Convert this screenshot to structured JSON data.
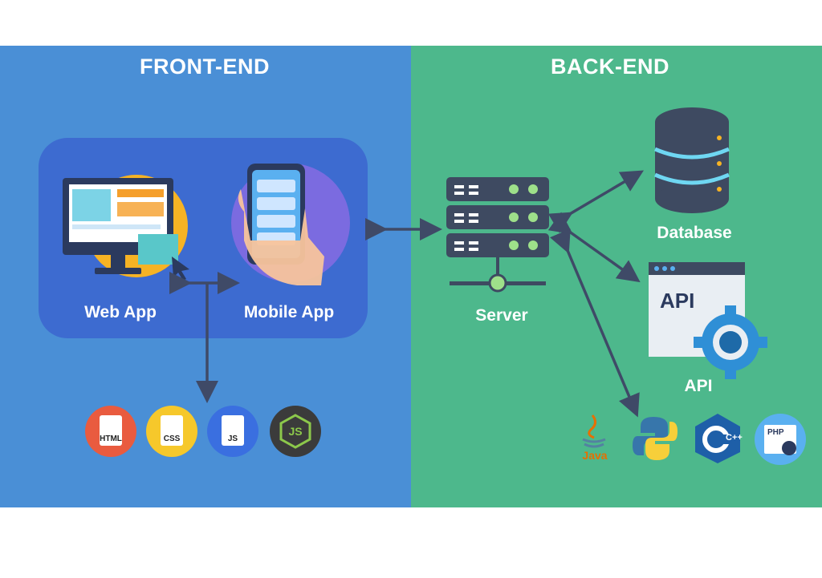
{
  "front_end": {
    "title": "FRONT-END",
    "web_app_label": "Web App",
    "mobile_app_label": "Mobile App",
    "technologies": [
      {
        "name": "HTML",
        "color": "#e95b3f"
      },
      {
        "name": "CSS",
        "color": "#f6c82b"
      },
      {
        "name": "JS",
        "color": "#3a6fe0"
      },
      {
        "name": "JS",
        "color": "#3b3b3b"
      }
    ]
  },
  "back_end": {
    "title": "BACK-END",
    "server_label": "Server",
    "database_label": "Database",
    "api_label": "API",
    "api_window_text": "API",
    "technologies": [
      {
        "name": "Java"
      },
      {
        "name": "Python"
      },
      {
        "name": "C++"
      },
      {
        "name": "PHP"
      }
    ]
  },
  "colors": {
    "front_panel": "#4a8fd6",
    "back_panel": "#4db88c",
    "apps_box": "#3d6bd0",
    "arrow": "#3f4a67"
  }
}
